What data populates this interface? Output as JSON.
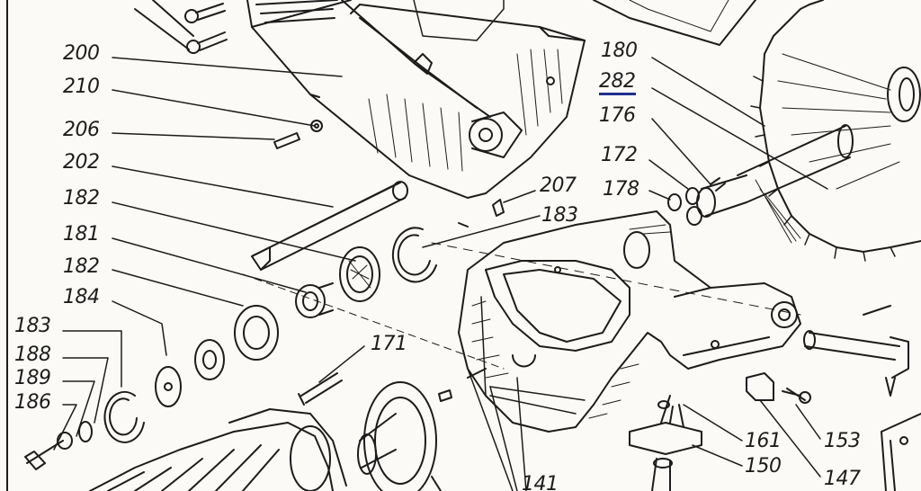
{
  "diagram": {
    "labels": [
      {
        "id": "200",
        "text": "200"
      },
      {
        "id": "210",
        "text": "210"
      },
      {
        "id": "206",
        "text": "206"
      },
      {
        "id": "202",
        "text": "202"
      },
      {
        "id": "182a",
        "text": "182"
      },
      {
        "id": "181",
        "text": "181"
      },
      {
        "id": "182b",
        "text": "182"
      },
      {
        "id": "184",
        "text": "184"
      },
      {
        "id": "183a",
        "text": "183"
      },
      {
        "id": "188",
        "text": "188"
      },
      {
        "id": "189",
        "text": "189"
      },
      {
        "id": "186",
        "text": "186"
      },
      {
        "id": "180",
        "text": "180"
      },
      {
        "id": "282",
        "text": "282"
      },
      {
        "id": "176",
        "text": "176"
      },
      {
        "id": "172",
        "text": "172"
      },
      {
        "id": "178",
        "text": "178"
      },
      {
        "id": "207",
        "text": "207"
      },
      {
        "id": "183b",
        "text": "183"
      },
      {
        "id": "171",
        "text": "171"
      },
      {
        "id": "161",
        "text": "161"
      },
      {
        "id": "150",
        "text": "150"
      },
      {
        "id": "153",
        "text": "153"
      },
      {
        "id": "147",
        "text": "147"
      },
      {
        "id": "141",
        "text": "141"
      }
    ],
    "highlight_color": "#1f2f8f",
    "ink_color": "#1c1c1c"
  }
}
